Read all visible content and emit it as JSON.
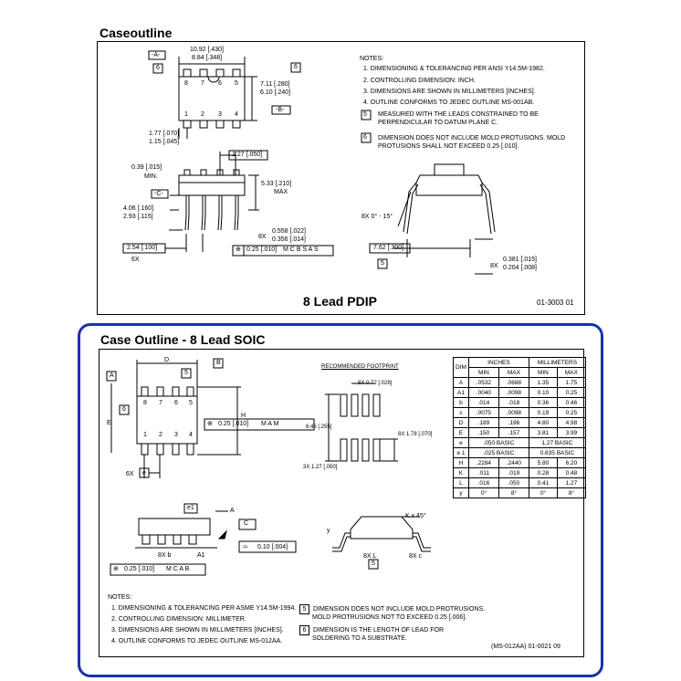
{
  "pdip": {
    "section_title": "Caseoutline",
    "caption": "8 Lead PDIP",
    "doc_number": "01-3003  01",
    "datum_a": "-A-",
    "datum_b": "-B-",
    "datum_c": "-C-",
    "note6_tag": "6",
    "note5_tag": "5",
    "pins_top": [
      "8",
      "7",
      "6",
      "5"
    ],
    "pins_bottom": [
      "1",
      "2",
      "3",
      "4"
    ],
    "dims": {
      "len_max": "10.92 [.430]",
      "len_min": "8.84  [.348]",
      "wid_max": "7.11 [.280]",
      "wid_min": "6.10 [.240]",
      "pin1_max": "1.77 [.070]",
      "pin1_min": "1.15 [.045]",
      "pitch": "1.27 [.050]",
      "seat": "0.39 [.015]",
      "seat_min": "MIN.",
      "ht_max": "5.33 [.210]",
      "ht_max_label": "MAX",
      "lead_max": "4.06 [.160]",
      "lead_min": "2.93 [.115]",
      "lead_w_prefix": "8X",
      "lead_w_max": "0.558 [.022]",
      "lead_w_min": "0.356 [.014]",
      "pin_pitch": "2.54 [.100]",
      "pin_pitch_count": "6X",
      "tol": "0.25 [.010]",
      "tol_refs": [
        "M",
        "C",
        "B",
        "S",
        "A",
        "S"
      ],
      "angle": "8X 0° - 15°",
      "row_spacing": "7.62 [.300]",
      "thick_prefix": "8X",
      "thick_max": "0.381 [.015]",
      "thick_min": "0.204 [.008]"
    },
    "notes_title": "NOTES:",
    "notes": [
      "1.   DIMENSIONING & TOLERANCING PER ANSI Y14.5M-1982.",
      "2.   CONTROLLING DIMENSION: INCH.",
      "3.   DIMENSIONS ARE SHOWN IN MILLIMETERS [INCHES].",
      "4.   OUTLINE CONFORMS TO JEDEC OUTLINE MS-001AB."
    ],
    "note5": "MEASURED WITH THE LEADS CONSTRAINED TO BE",
    "note5b": "PERPENDICULAR TO DATUM PLANE C.",
    "note6": "DIMENSION DOES NOT INCLUDE MOLD PROTUSIONS. MOLD",
    "note6b": "PROTUSIONS SHALL NOT EXCEED 0.25 [.010]."
  },
  "soic": {
    "section_title": "Case Outline - 8 Lead SOIC",
    "doc_number": "(MS-012AA)  01-0021  09",
    "labels": {
      "D": "D",
      "B": "B",
      "A": "A",
      "E": "E",
      "H": "H",
      "five": "5",
      "six": "6",
      "tol_e": "0.25 [.010]",
      "tol_e_refs": [
        "M",
        "A",
        "M"
      ],
      "e6x": "6X",
      "e": "e",
      "e1": "e1",
      "A_side": "A",
      "C": "C",
      "b8x": "8X  b",
      "A1": "A1",
      "flat": "0.10 [.004]",
      "tol_b": "0.25 [.010]",
      "tol_b_refs": [
        "M",
        "C",
        "A",
        "B"
      ],
      "kx": "K x 45°",
      "y": "y",
      "l8x": "8X  L",
      "c8x": "8X  c",
      "footprint": "RECOMMENDED  FOOTPRINT",
      "fp_w": "8X 0.72 [.028]",
      "fp_h": "6.46 [.255]",
      "fp_pad": "8X 1.78 [.070]",
      "fp_pitch": "3X 1.27 [.050]"
    },
    "pins_top": [
      "8",
      "7",
      "6",
      "5"
    ],
    "pins_bottom": [
      "1",
      "2",
      "3",
      "4"
    ],
    "table": {
      "head_dim": "DIM",
      "head_inches": "INCHES",
      "head_mm": "MILLIMETERS",
      "sub": [
        "MIN",
        "MAX",
        "MIN",
        "MAX"
      ],
      "rows": [
        [
          "A",
          ".0532",
          ".0688",
          "1.35",
          "1.75"
        ],
        [
          "A1",
          ".0040",
          ".0098",
          "0.10",
          "0.25"
        ],
        [
          "b",
          ".014",
          ".018",
          "0.36",
          "0.46"
        ],
        [
          "c",
          ".0075",
          ".0098",
          "0.19",
          "0.25"
        ],
        [
          "D",
          ".189",
          ".196",
          "4.80",
          "4.98"
        ],
        [
          "E",
          ".150",
          ".157",
          "3.81",
          "3.99"
        ],
        [
          "e",
          ".050  BASIC",
          "",
          "1.27  BASIC",
          ""
        ],
        [
          "e 1",
          ".025  BASIC",
          "",
          "0.635  BASIC",
          ""
        ],
        [
          "H",
          ".2284",
          ".2440",
          "5.80",
          "6.20"
        ],
        [
          "K",
          ".011",
          ".019",
          "0.28",
          "0.48"
        ],
        [
          "L",
          ".016",
          ".050",
          "0.41",
          "1.27"
        ],
        [
          "y",
          "0°",
          "8°",
          "0°",
          "8°"
        ]
      ]
    },
    "notes_title": "NOTES:",
    "notes": [
      "1.   DIMENSIONING & TOLERANCING PER ASME Y14.5M-1994.",
      "2.   CONTROLLING DIMENSION: MILLIMETER.",
      "3.   DIMENSIONS ARE SHOWN IN MILLIMETERS [INCHES].",
      "4.   OUTLINE CONFORMS TO JEDEC OUTLINE MS-012AA."
    ],
    "note5": "DIMENSION DOES NOT INCLUDE MOLD PROTRUSIONS.",
    "note5b": "MOLD PROTRUSIONS NOT TO EXCEED 0.25 [.006].",
    "note6": "DIMENSION IS THE LENGTH OF LEAD FOR",
    "note6b": "SOLDERING TO A SUBSTRATE."
  }
}
